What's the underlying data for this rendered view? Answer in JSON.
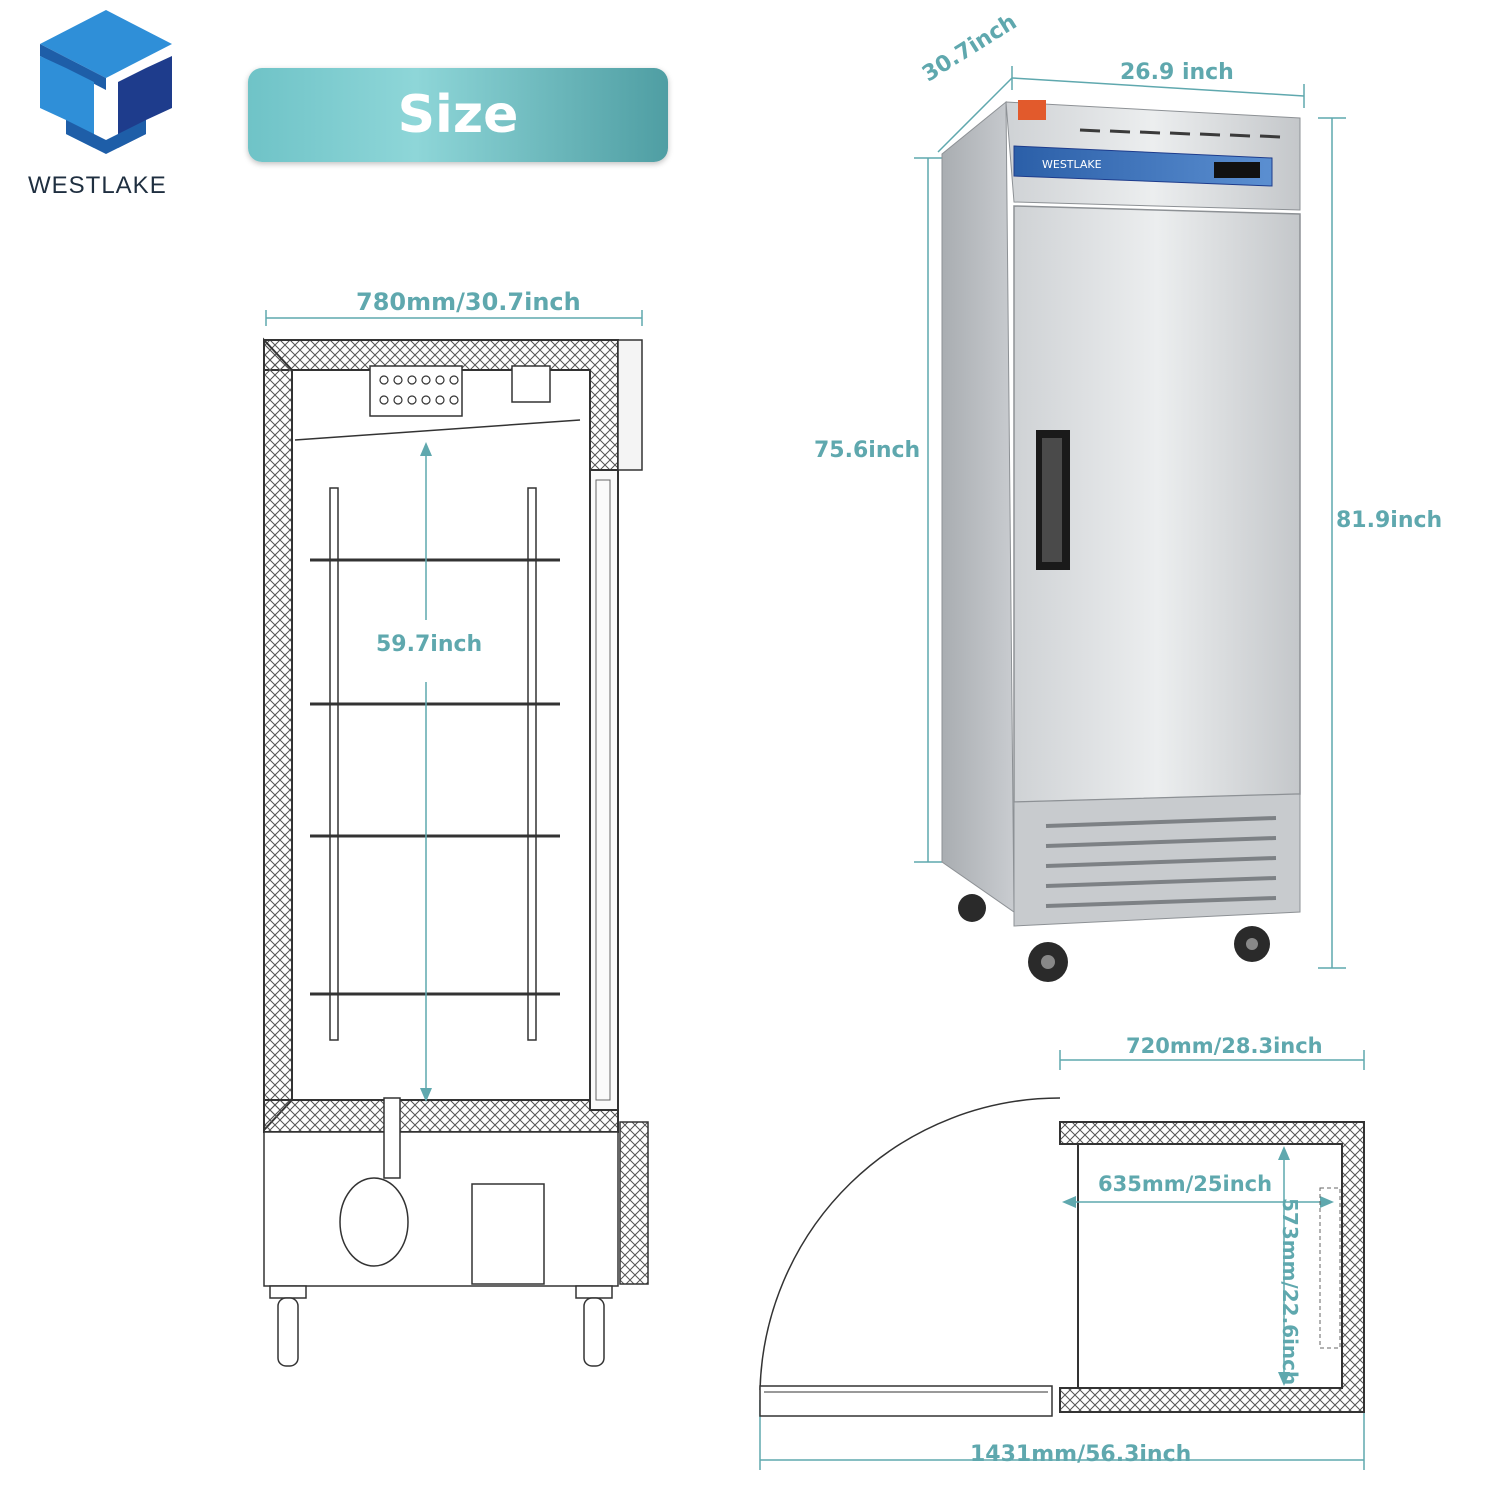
{
  "brand": {
    "name": "WESTLAKE",
    "colors": {
      "logo_light": "#2d7fc4",
      "logo_dark": "#1e3c8c",
      "dimension_teal": "#5fa8ae"
    }
  },
  "header": {
    "title": "Size"
  },
  "product_photo": {
    "nameplate_brand": "WESTLAKE",
    "dimensions": {
      "depth": "30.7inch",
      "width": "26.9 inch",
      "body_height": "75.6inch",
      "total_height": "81.9inch"
    }
  },
  "side_section": {
    "outer_depth": "780mm/30.7inch",
    "interior_height": "59.7inch"
  },
  "top_view": {
    "outer_width": "720mm/28.3inch",
    "interior_width": "635mm/25inch",
    "interior_depth": "573mm/22.6inch",
    "clearance_with_door": "1431mm/56.3inch"
  }
}
